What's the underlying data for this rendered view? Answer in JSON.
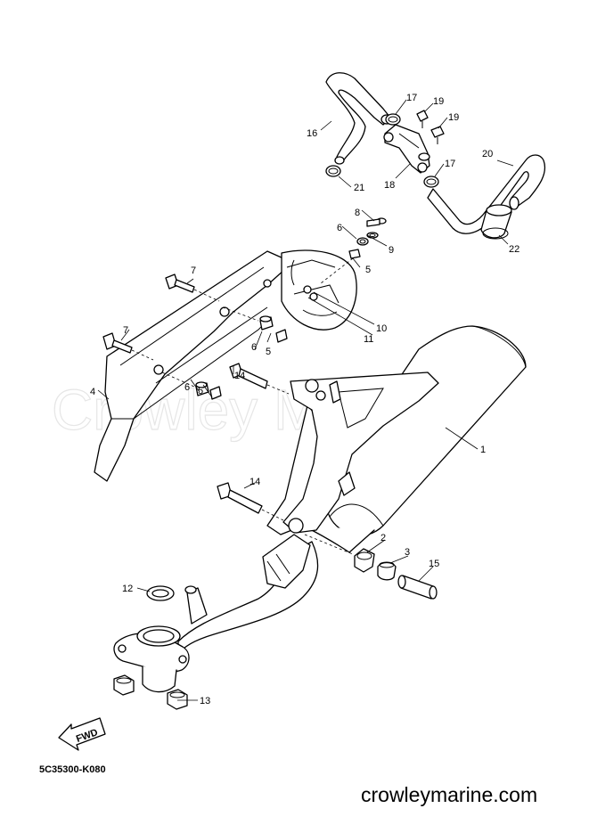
{
  "diagram_code": "5C35300-K080",
  "website": "crowleymarine.com",
  "watermark": "Crowley Marine",
  "direction_label": "FWD",
  "callouts": [
    "1",
    "2",
    "3",
    "4",
    "5",
    "5",
    "5",
    "6",
    "6",
    "6",
    "7",
    "7",
    "8",
    "9",
    "10",
    "11",
    "12",
    "13",
    "14",
    "14",
    "15",
    "16",
    "17",
    "17",
    "18",
    "19",
    "19",
    "20",
    "21",
    "22"
  ]
}
